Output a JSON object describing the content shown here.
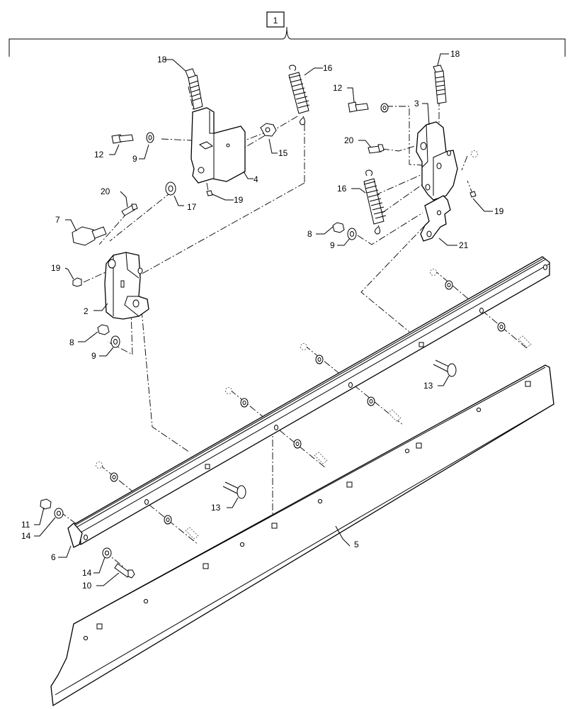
{
  "diagram": {
    "assembly_label": "1",
    "callouts": {
      "c18a": "18",
      "c16a": "16",
      "c12a": "12",
      "c9a": "9",
      "c15": "15",
      "c4": "4",
      "c20a": "20",
      "c17": "17",
      "c19a": "19",
      "c7": "7",
      "c19b": "19",
      "c2": "2",
      "c8a": "8",
      "c9b": "9",
      "c18b": "18",
      "c12b": "12",
      "c3": "3",
      "c20b": "20",
      "c16b": "16",
      "c19c": "19",
      "c8b": "8",
      "c9c": "9",
      "c21": "21",
      "c13a": "13",
      "c13b": "13",
      "c11": "11",
      "c14a": "14",
      "c6": "6",
      "c14b": "14",
      "c10": "10",
      "c5": "5"
    }
  }
}
